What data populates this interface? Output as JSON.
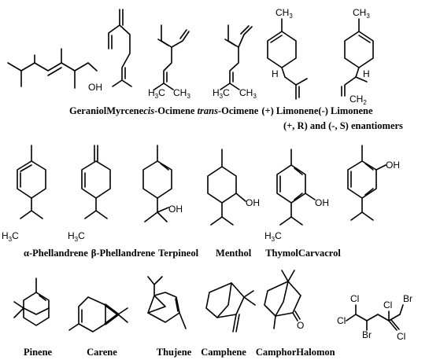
{
  "figure": {
    "row1": {
      "names": [
        {
          "id": "geraniol",
          "text": "Geraniol"
        },
        {
          "id": "myrcene",
          "text": "Myrcene"
        },
        {
          "id": "cis-ocimene",
          "prefix": "cis",
          "text": "-Ocimene "
        },
        {
          "id": "trans-ocimene",
          "prefix": "trans",
          "text": "-Ocimene"
        },
        {
          "id": "plus-limonene",
          "text": "(+) Limonene"
        },
        {
          "id": "minus-limonene",
          "text": "(-) Limonene"
        }
      ],
      "note": "(+, R) and (-, S) enantiomers"
    },
    "row2": {
      "names": [
        {
          "id": "alpha-phellandrene",
          "text": "α-Phellandrene"
        },
        {
          "id": "beta-phellandrene",
          "text": "β-Phellandrene"
        },
        {
          "id": "terpineol",
          "text": "Terpineol"
        },
        {
          "id": "menthol",
          "text": "Menthol"
        },
        {
          "id": "thymol",
          "text": "Thymol"
        },
        {
          "id": "carvacrol",
          "text": "Carvacrol"
        }
      ]
    },
    "row3": {
      "names": [
        {
          "id": "pinene",
          "text": "Pinene"
        },
        {
          "id": "carene",
          "text": "Carene"
        },
        {
          "id": "thujene",
          "text": "Thujene"
        },
        {
          "id": "camphene",
          "text": "Camphene"
        },
        {
          "id": "camphor",
          "text": "Camphor"
        },
        {
          "id": "halomon",
          "text": "Halomon"
        }
      ]
    },
    "atom_labels": {
      "oh": "OH",
      "o": "O",
      "h": "H",
      "ch3": "CH",
      "ch2": "CH",
      "h3c": "H",
      "c3": "C",
      "sub3": "3",
      "sub2": "2",
      "cl": "Cl",
      "br": "Br"
    }
  }
}
